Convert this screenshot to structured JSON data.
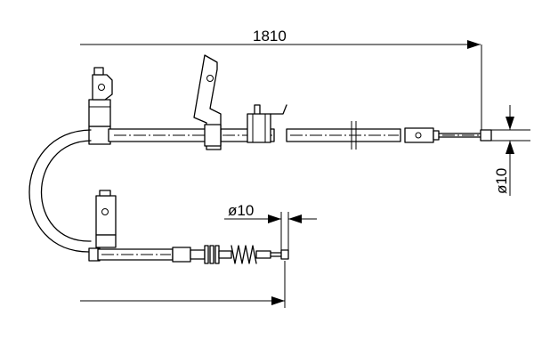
{
  "diagram": {
    "total_length_label": "1810",
    "diameter_right_label": "ø10",
    "diameter_lower_label": "ø10"
  }
}
